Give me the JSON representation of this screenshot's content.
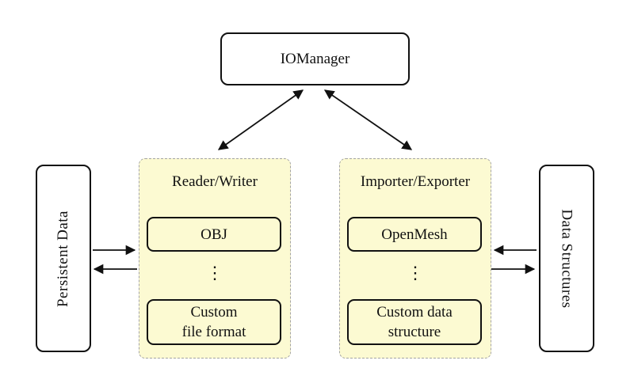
{
  "nodes": {
    "io_manager": "IOManager",
    "persistent_data": "Persistent Data",
    "data_structures": "Data Structures"
  },
  "groups": {
    "reader_writer": {
      "title": "Reader/Writer",
      "items": [
        "OBJ",
        "Custom\nfile format"
      ],
      "ellipsis": "⋮"
    },
    "importer_exporter": {
      "title": "Importer/Exporter",
      "items": [
        "OpenMesh",
        "Custom data\nstructure"
      ],
      "ellipsis": "⋮"
    }
  },
  "edges": [
    {
      "from": "IOManager",
      "to": "Reader/Writer",
      "direction": "bidirectional"
    },
    {
      "from": "IOManager",
      "to": "Importer/Exporter",
      "direction": "bidirectional"
    },
    {
      "from": "Persistent Data",
      "to": "Reader/Writer",
      "direction": "forward"
    },
    {
      "from": "Reader/Writer",
      "to": "Persistent Data",
      "direction": "forward"
    },
    {
      "from": "Data Structures",
      "to": "Importer/Exporter",
      "direction": "forward"
    },
    {
      "from": "Importer/Exporter",
      "to": "Data Structures",
      "direction": "forward"
    }
  ],
  "colors": {
    "group_fill": "#FCFAD2",
    "group_border": "#A3A3A3",
    "node_border": "#111111",
    "node_fill": "#FFFFFF",
    "arrow": "#111111",
    "background": "#FFFFFF"
  }
}
